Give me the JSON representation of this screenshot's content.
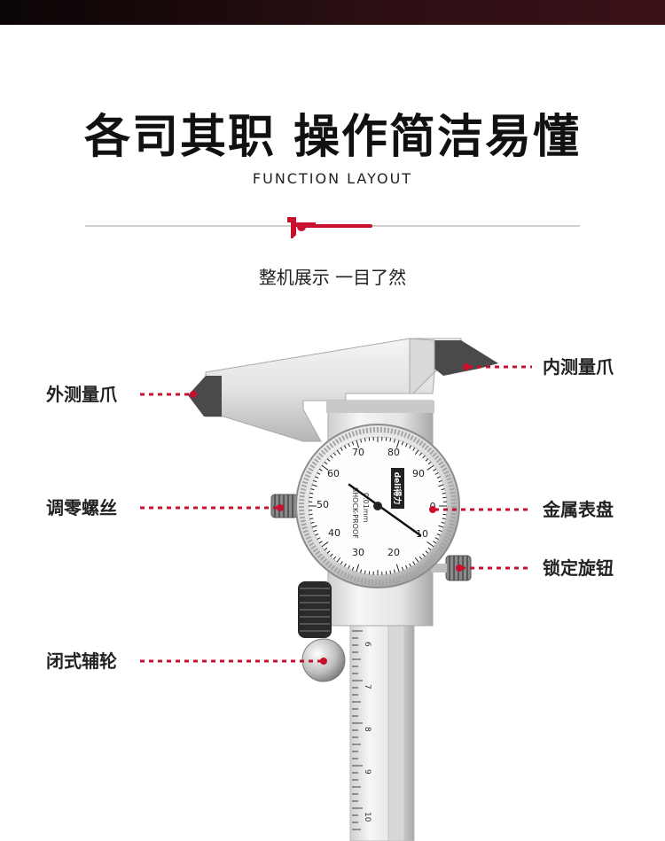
{
  "header": {
    "title": "各司其职 操作简洁易懂",
    "subtitle": "FUNCTION LAYOUT",
    "tagline": "整机展示 一目了然"
  },
  "parts": [
    {
      "id": "outer-jaw",
      "label": "外测量爪"
    },
    {
      "id": "inner-jaw",
      "label": "内测量爪"
    },
    {
      "id": "zero-screw",
      "label": "调零螺丝"
    },
    {
      "id": "metal-dial",
      "label": "金属表盘"
    },
    {
      "id": "lock-knob",
      "label": "锁定旋钮"
    },
    {
      "id": "thumb-wheel",
      "label": "闭式辅轮"
    }
  ],
  "dial": {
    "brand": "deli得力",
    "tick_labels": [
      "0",
      "10",
      "20",
      "30",
      "40",
      "50",
      "60",
      "70",
      "80",
      "90"
    ],
    "unit": "0.01mm",
    "shockproof": "SHOCK-PROOF"
  },
  "ruler": {
    "numbers": [
      "6",
      "7",
      "8",
      "9",
      "10"
    ]
  },
  "colors": {
    "accent": "#c8102e",
    "text": "#222222",
    "metal_light": "#f1f1f1",
    "metal_dark": "#9a9a9a"
  }
}
